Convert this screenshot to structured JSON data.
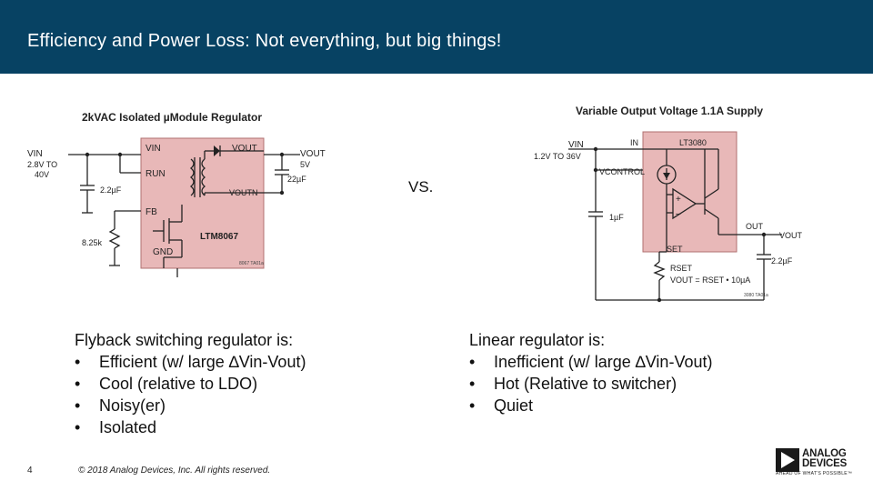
{
  "header": {
    "title": "Efficiency and Power Loss: Not everything, but big things!"
  },
  "left_circuit": {
    "title": "2kVAC Isolated µModule Regulator",
    "vin_label": "VIN",
    "vin_range_1": "2.8V TO",
    "vin_range_2": "40V",
    "vout_label": "VOUT",
    "vout_value": "5V",
    "cap_in": "2.2µF",
    "cap_out": "22µF",
    "resistor": "8.25k",
    "pin_vin": "VIN",
    "pin_run": "RUN",
    "pin_fb": "FB",
    "pin_gnd": "GND",
    "pin_vout": "VOUT",
    "pin_voutn": "VOUTN",
    "part": "LTM8067",
    "fig_ref": "8067 TA01a"
  },
  "vs_label": "VS.",
  "right_circuit": {
    "title": "Variable Output Voltage 1.1A Supply",
    "vin_label": "VIN",
    "vin_range": "1.2V TO 36V",
    "pin_in": "IN",
    "pin_vcontrol": "VCONTROL",
    "part": "LT3080",
    "pin_out": "OUT",
    "pin_set": "SET",
    "vout_label": "VOUT",
    "cap_in": "1µF",
    "cap_out": "2.2µF",
    "rset_label": "RSET",
    "formula": "VOUT = RSET • 10µA",
    "fig_ref": "3080 TA01a"
  },
  "left_desc": {
    "heading": "Flyback switching regulator is:",
    "items": [
      "Efficient (w/ large ∆Vin-Vout)",
      "Cool (relative to LDO)",
      "Noisy(er)",
      "Isolated"
    ]
  },
  "right_desc": {
    "heading": "Linear regulator is:",
    "items": [
      "Inefficient (w/ large ∆Vin-Vout)",
      "Hot (Relative to switcher)",
      "Quiet"
    ]
  },
  "footer": {
    "page_number": "4",
    "copyright": "© 2018 Analog Devices, Inc. All rights reserved.",
    "logo_line1": "ANALOG",
    "logo_line2": "DEVICES",
    "logo_tagline": "AHEAD OF WHAT'S POSSIBLE™"
  },
  "colors": {
    "header_bg": "#074263",
    "chip_fill": "#e8b8b8",
    "chip_stroke": "#b07070"
  }
}
